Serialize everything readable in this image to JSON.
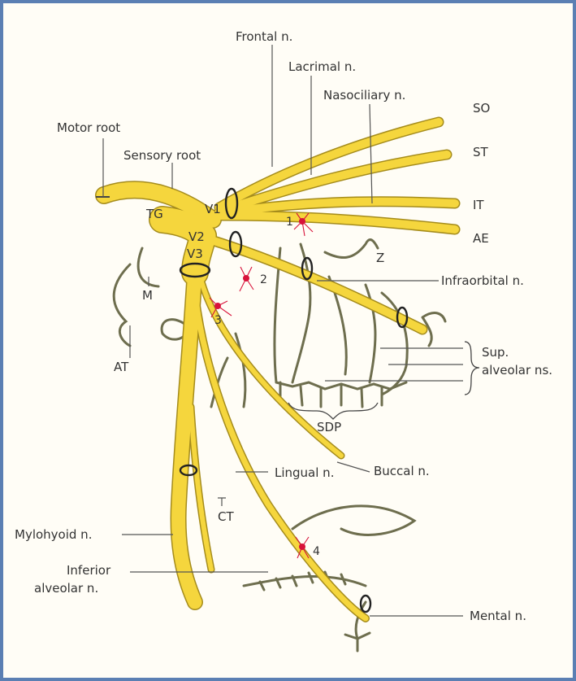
{
  "labels": {
    "frontal": "Frontal n.",
    "lacrimal": "Lacrimal n.",
    "nasociliary": "Nasociliary n.",
    "so": "SO",
    "st": "ST",
    "it": "IT",
    "ae": "AE",
    "motor_root": "Motor root",
    "sensory_root": "Sensory root",
    "tg": "TG",
    "v1": "V1",
    "v2": "V2",
    "v3": "V3",
    "z": "Z",
    "infraorbital": "Infraorbital n.",
    "m": "M",
    "at": "AT",
    "sup_line1": "Sup.",
    "sup_line2": "alveolar ns.",
    "sdp": "SDP",
    "buccal": "Buccal n.",
    "lingual": "Lingual n.",
    "ct": "CT",
    "mylohyoid": "Mylohyoid n.",
    "inferior_line1": "Inferior",
    "inferior_line2": "alveolar n.",
    "mental": "Mental n.",
    "g1": "1",
    "g2": "2",
    "g3": "3",
    "g4": "4"
  },
  "colors": {
    "nerve_fill": "#f5d63d",
    "nerve_outline": "#a58c1c",
    "branch": "#6e6e4e",
    "ganglion": "#d8123a",
    "frame": "#5b7fb3"
  }
}
